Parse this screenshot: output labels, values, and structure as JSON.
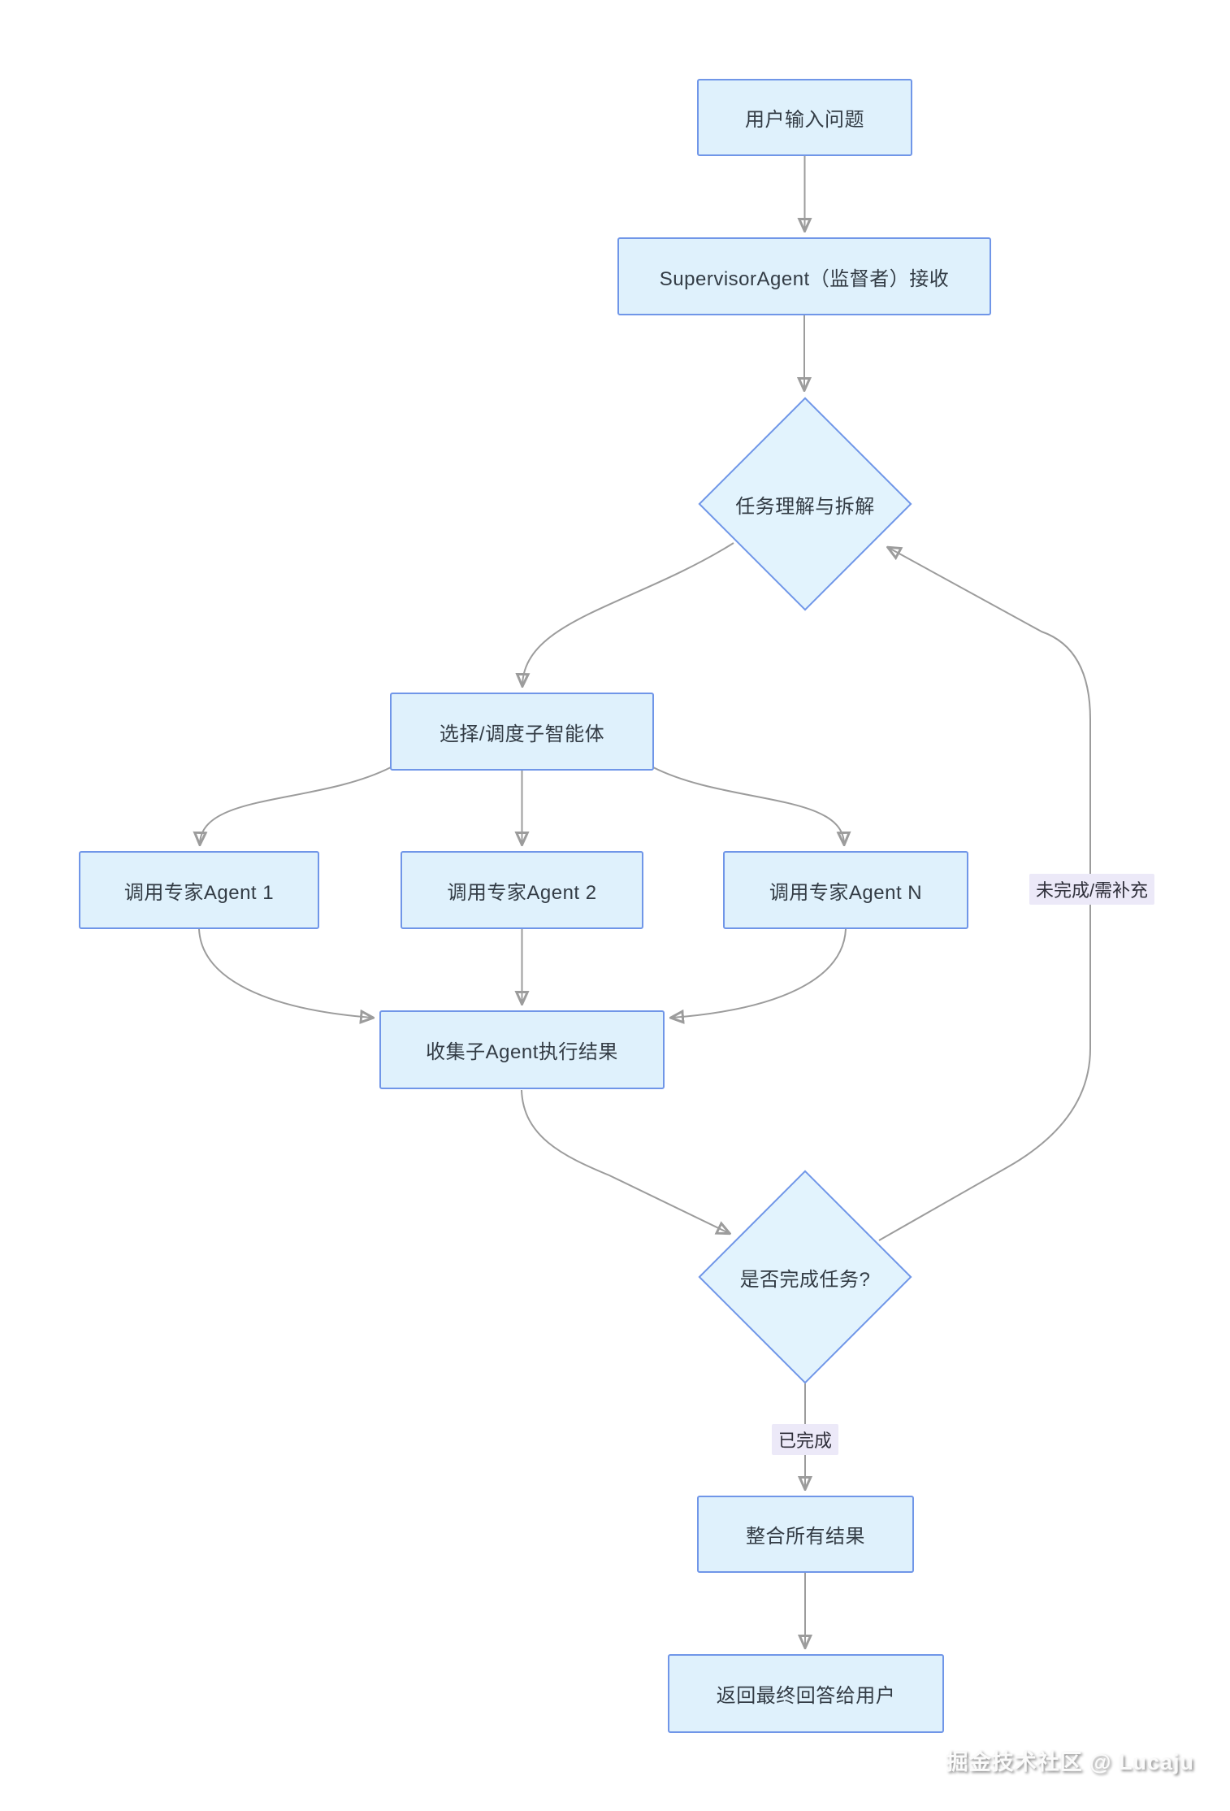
{
  "nodes": {
    "user_input": "用户输入问题",
    "supervisor": "SupervisorAgent（监督者）接收",
    "understand": "任务理解与拆解",
    "dispatch": "选择/调度子智能体",
    "agent1": "调用专家Agent 1",
    "agent2": "调用专家Agent 2",
    "agent_n": "调用专家Agent N",
    "collect": "收集子Agent执行结果",
    "check": "是否完成任务?",
    "merge": "整合所有结果",
    "final": "返回最终回答给用户"
  },
  "edge_labels": {
    "complete": "已完成",
    "incomplete": "未完成/需补充"
  },
  "watermark": "掘金技术社区 @ Lucaju",
  "colors": {
    "background": "#FFFFFF",
    "node_fill": "#DFF1FC",
    "diamond_fill": "#E2F3FD",
    "node_border": "#7096E8",
    "edge": "#9C9C9C",
    "edge_label_bg": "#ECE9F8",
    "text": "#333C45"
  }
}
